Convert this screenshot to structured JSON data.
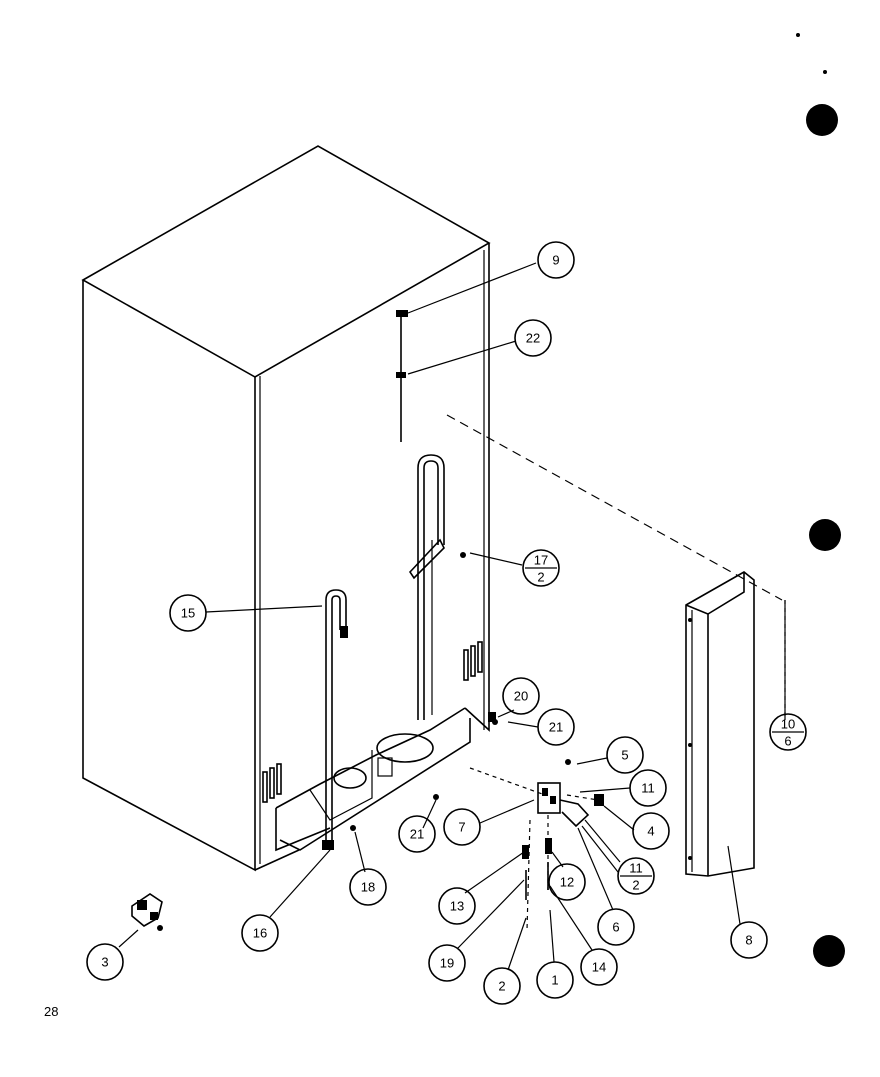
{
  "page_number": "28",
  "callouts": [
    {
      "id": "c9",
      "text": "9"
    },
    {
      "id": "c22",
      "text": "22"
    },
    {
      "id": "c17",
      "num": "17",
      "den": "2"
    },
    {
      "id": "c15",
      "text": "15"
    },
    {
      "id": "c20",
      "text": "20"
    },
    {
      "id": "c21a",
      "text": "21"
    },
    {
      "id": "c5",
      "text": "5"
    },
    {
      "id": "c11",
      "text": "11"
    },
    {
      "id": "c10",
      "num": "10",
      "den": "6"
    },
    {
      "id": "c7",
      "text": "7"
    },
    {
      "id": "c4",
      "text": "4"
    },
    {
      "id": "c21b",
      "text": "21"
    },
    {
      "id": "c112",
      "num": "11",
      "den": "2"
    },
    {
      "id": "c18",
      "text": "18"
    },
    {
      "id": "c12",
      "text": "12"
    },
    {
      "id": "c6",
      "text": "6"
    },
    {
      "id": "c13",
      "text": "13"
    },
    {
      "id": "c16",
      "text": "16"
    },
    {
      "id": "c8",
      "text": "8"
    },
    {
      "id": "c3",
      "text": "3"
    },
    {
      "id": "c19",
      "text": "19"
    },
    {
      "id": "c14",
      "text": "14"
    },
    {
      "id": "c2",
      "text": "2"
    },
    {
      "id": "c1",
      "text": "1"
    }
  ]
}
